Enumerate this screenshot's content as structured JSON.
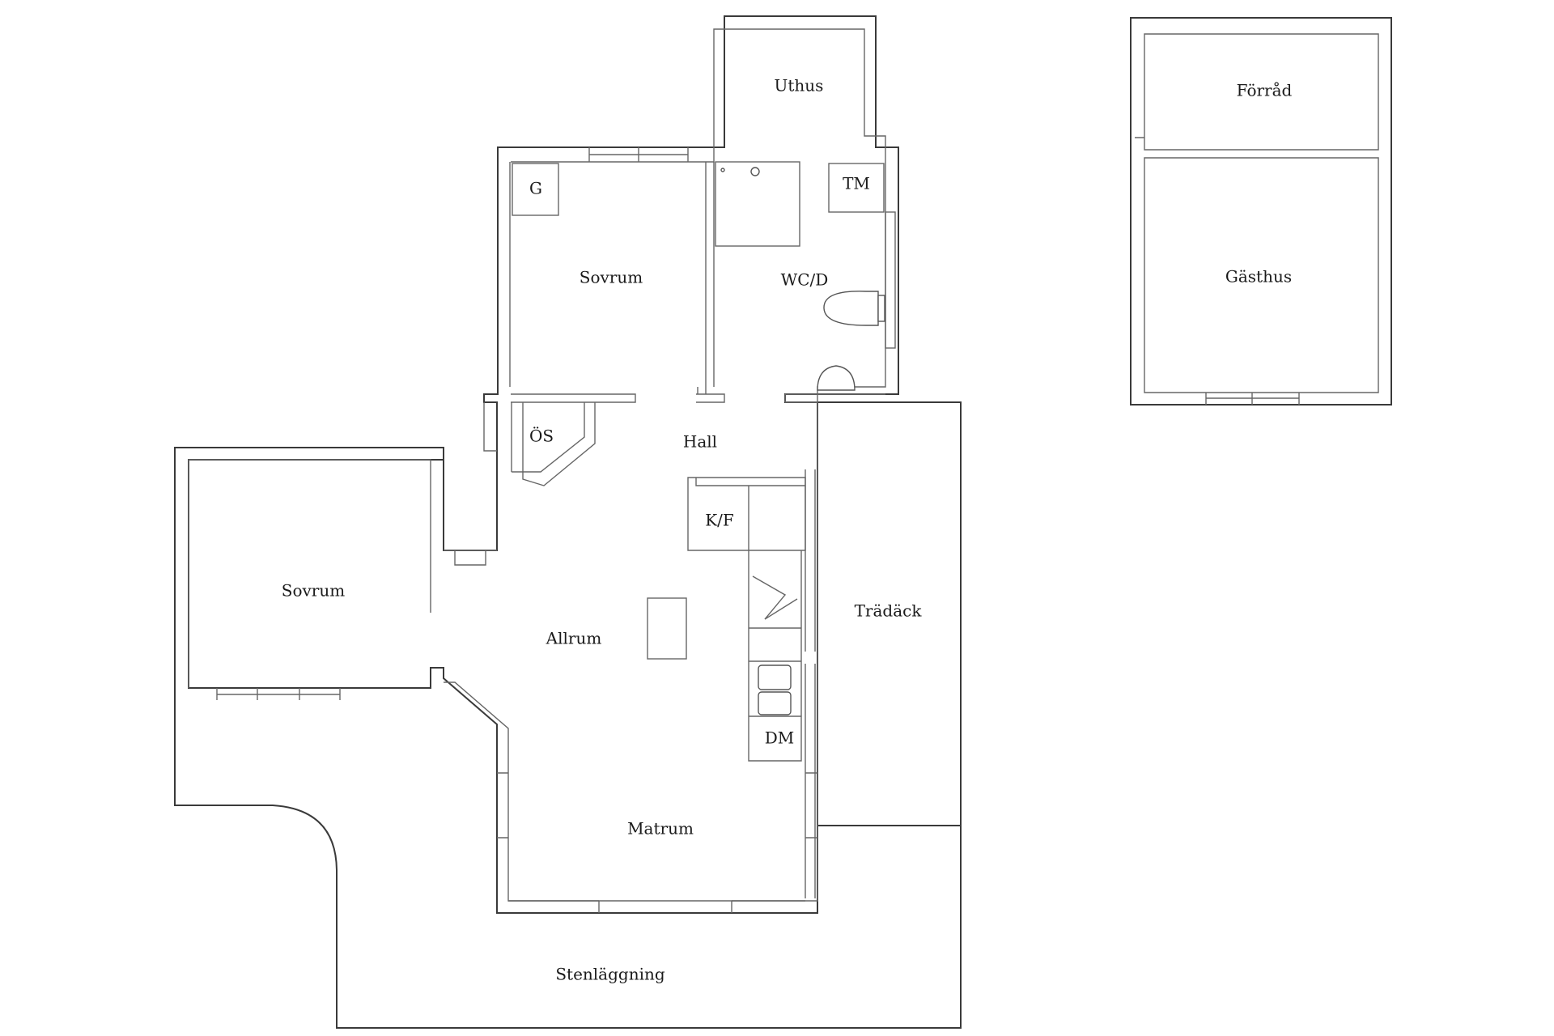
{
  "rooms": {
    "uthus": "Uthus",
    "forrad": "Förråd",
    "gasthus": "Gästhus",
    "g": "G",
    "tm": "TM",
    "sovrum_top": "Sovrum",
    "wcd": "WC/D",
    "os": "ÖS",
    "hall": "Hall",
    "kf": "K/F",
    "sovrum_left": "Sovrum",
    "tradack": "Trädäck",
    "allrum": "Allrum",
    "dm": "DM",
    "matrum": "Matrum",
    "stenlaggning": "Stenläggning"
  }
}
